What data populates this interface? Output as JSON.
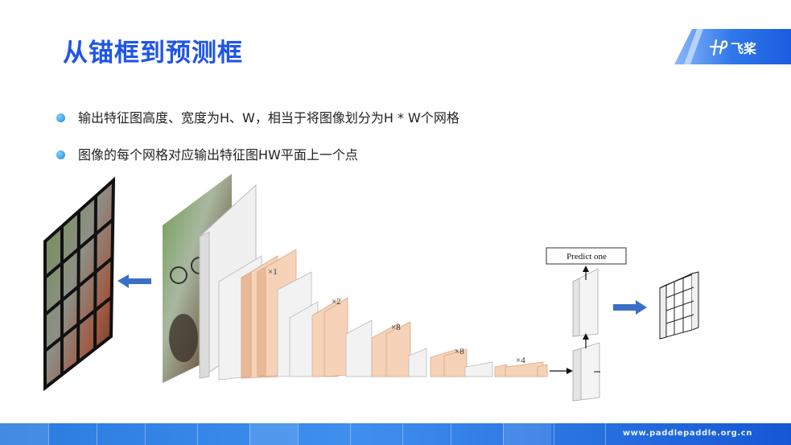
{
  "slide": {
    "title": "从锚框到预测框",
    "bullets": [
      "输出特征图高度、宽度为H、W，相当于将图像划分为H * W个网格",
      "图像的每个网格对应输出特征图HW平面上一个点"
    ]
  },
  "logo": {
    "mark": "PP",
    "name": "飞桨"
  },
  "diagram": {
    "predict_label": "Predict one",
    "multipliers": [
      "×1",
      "×2",
      "×8",
      "×8",
      "×4"
    ]
  },
  "footer": {
    "url": "www.paddlepaddle.org.cn"
  },
  "colors": {
    "title": "#1f55e8",
    "accent_blue": "#3a6fc6",
    "block_orange": "#f6d2b8",
    "block_white": "#f2f2f2"
  }
}
